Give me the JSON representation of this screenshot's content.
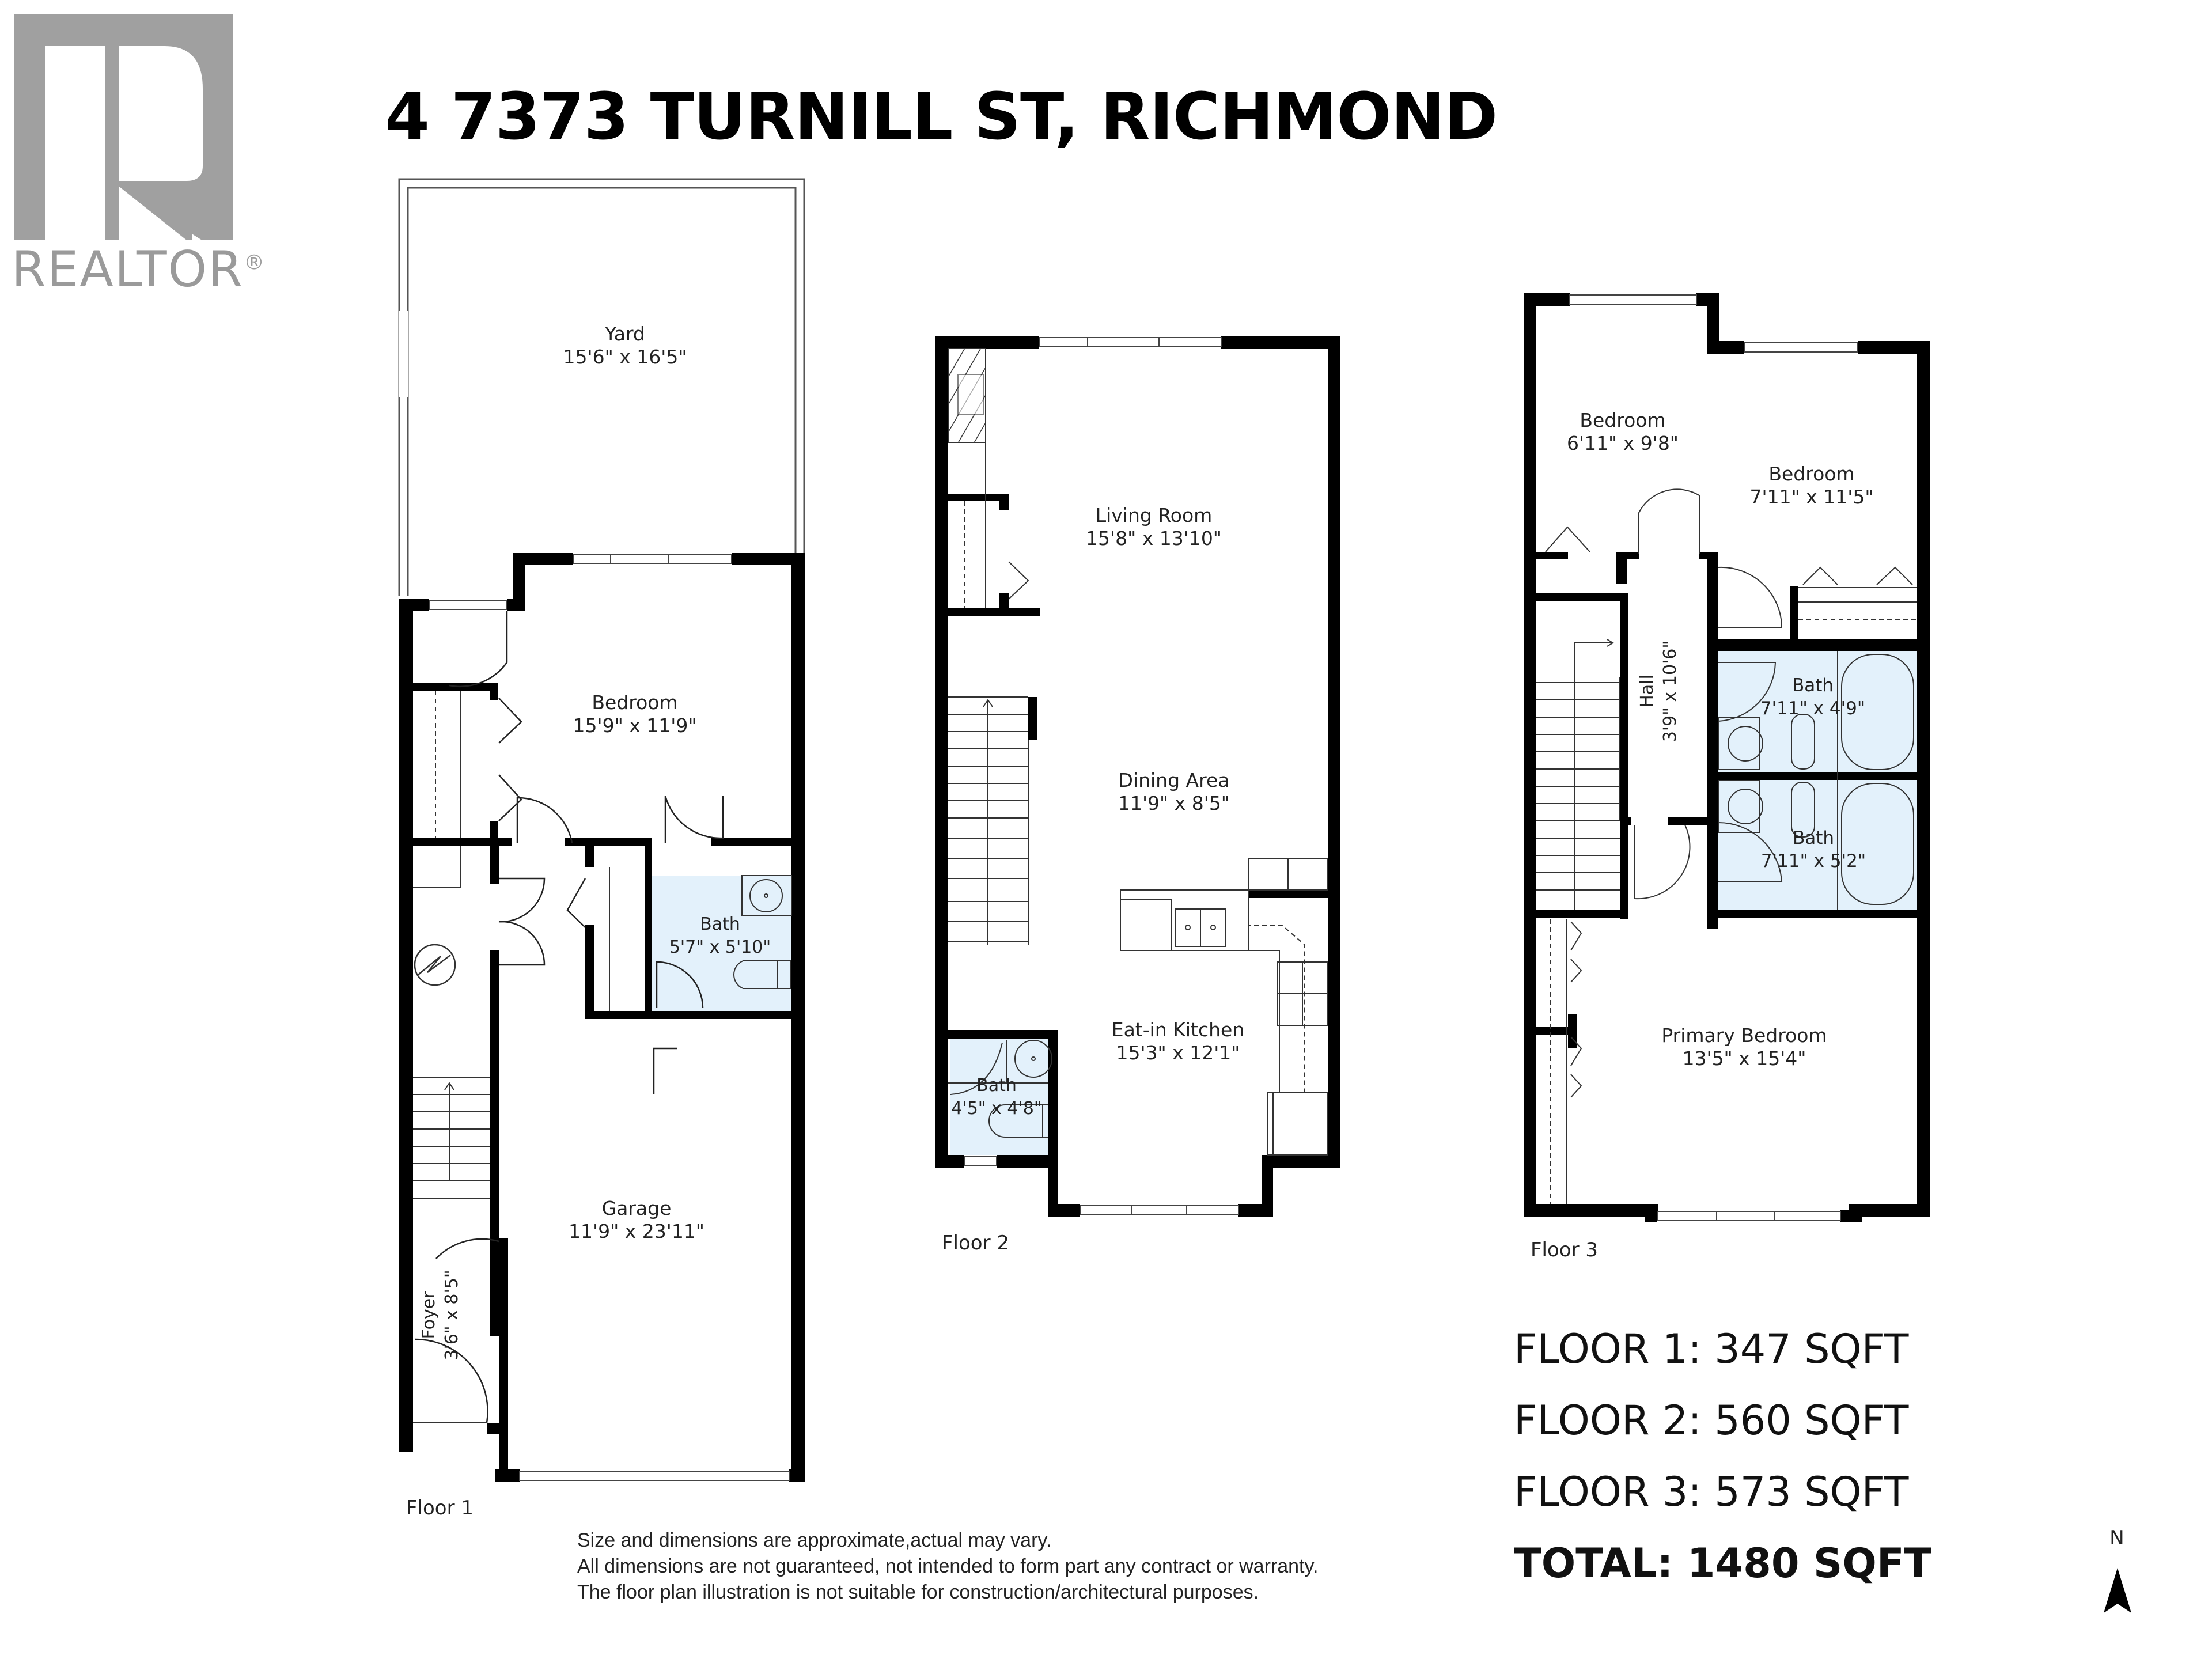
{
  "header": {
    "logo_wordmark": "REALTOR",
    "logo_registered": "®",
    "logo_icon": "realtor-r-logo-icon",
    "title": "4 7373 TURNILL ST, RICHMOND"
  },
  "floors": [
    {
      "label": "Floor 1",
      "rooms": [
        {
          "name": "Yard",
          "dims": "15'6\" x 16'5\""
        },
        {
          "name": "Bedroom",
          "dims": "15'9\" x 11'9\""
        },
        {
          "name": "Bath",
          "dims": "5'7\" x 5'10\""
        },
        {
          "name": "Garage",
          "dims": "11'9\" x 23'11\""
        },
        {
          "name": "Foyer",
          "dims": "3'6\" x 8'5\""
        }
      ],
      "fixtures": [
        "electrical-panel-icon",
        "stairs-up-icon",
        "sink-icon",
        "toilet-icon"
      ]
    },
    {
      "label": "Floor 2",
      "rooms": [
        {
          "name": "Living Room",
          "dims": "15'8\" x 13'10\""
        },
        {
          "name": "Dining Area",
          "dims": "11'9\" x 8'5\""
        },
        {
          "name": "Eat-in Kitchen",
          "dims": "15'3\" x 12'1\""
        },
        {
          "name": "Bath",
          "dims": "4'5\" x 4'8\""
        }
      ],
      "fixtures": [
        "fireplace-icon",
        "stairs-up-icon",
        "double-sink-icon",
        "stove-icon",
        "sink-icon",
        "toilet-icon"
      ]
    },
    {
      "label": "Floor 3",
      "rooms": [
        {
          "name": "Bedroom",
          "dims": "6'11\" x 9'8\""
        },
        {
          "name": "Bedroom",
          "dims": "7'11\" x 11'5\""
        },
        {
          "name": "Hall",
          "dims": "3'9\" x 10'6\""
        },
        {
          "name": "Bath",
          "dims": "7'11\" x 4'9\""
        },
        {
          "name": "Bath",
          "dims": "7'11\" x 5'2\""
        },
        {
          "name": "Primary Bedroom",
          "dims": "13'5\" x 15'4\""
        }
      ],
      "fixtures": [
        "stairs-icon",
        "bathtub-icon",
        "sink-icon",
        "toilet-icon"
      ]
    }
  ],
  "area_summary": [
    {
      "label": "FLOOR 1: 347 SQFT"
    },
    {
      "label": "FLOOR 2: 560 SQFT"
    },
    {
      "label": "FLOOR 3: 573 SQFT"
    },
    {
      "label": "TOTAL: 1480 SQFT",
      "bold": true
    }
  ],
  "disclaimer": [
    "Size and dimensions are approximate,actual may vary.",
    "All dimensions are not guaranteed, not intended to form part any contract or warranty.",
    "The floor plan illustration is not suitable for construction/architectural purposes."
  ],
  "compass": {
    "label": "N",
    "icon": "north-arrow-icon"
  },
  "colors": {
    "wall": "#000000",
    "bath_fill": "#e3f1fb",
    "logo_gray": "#a0a0a0",
    "text": "#222222"
  }
}
